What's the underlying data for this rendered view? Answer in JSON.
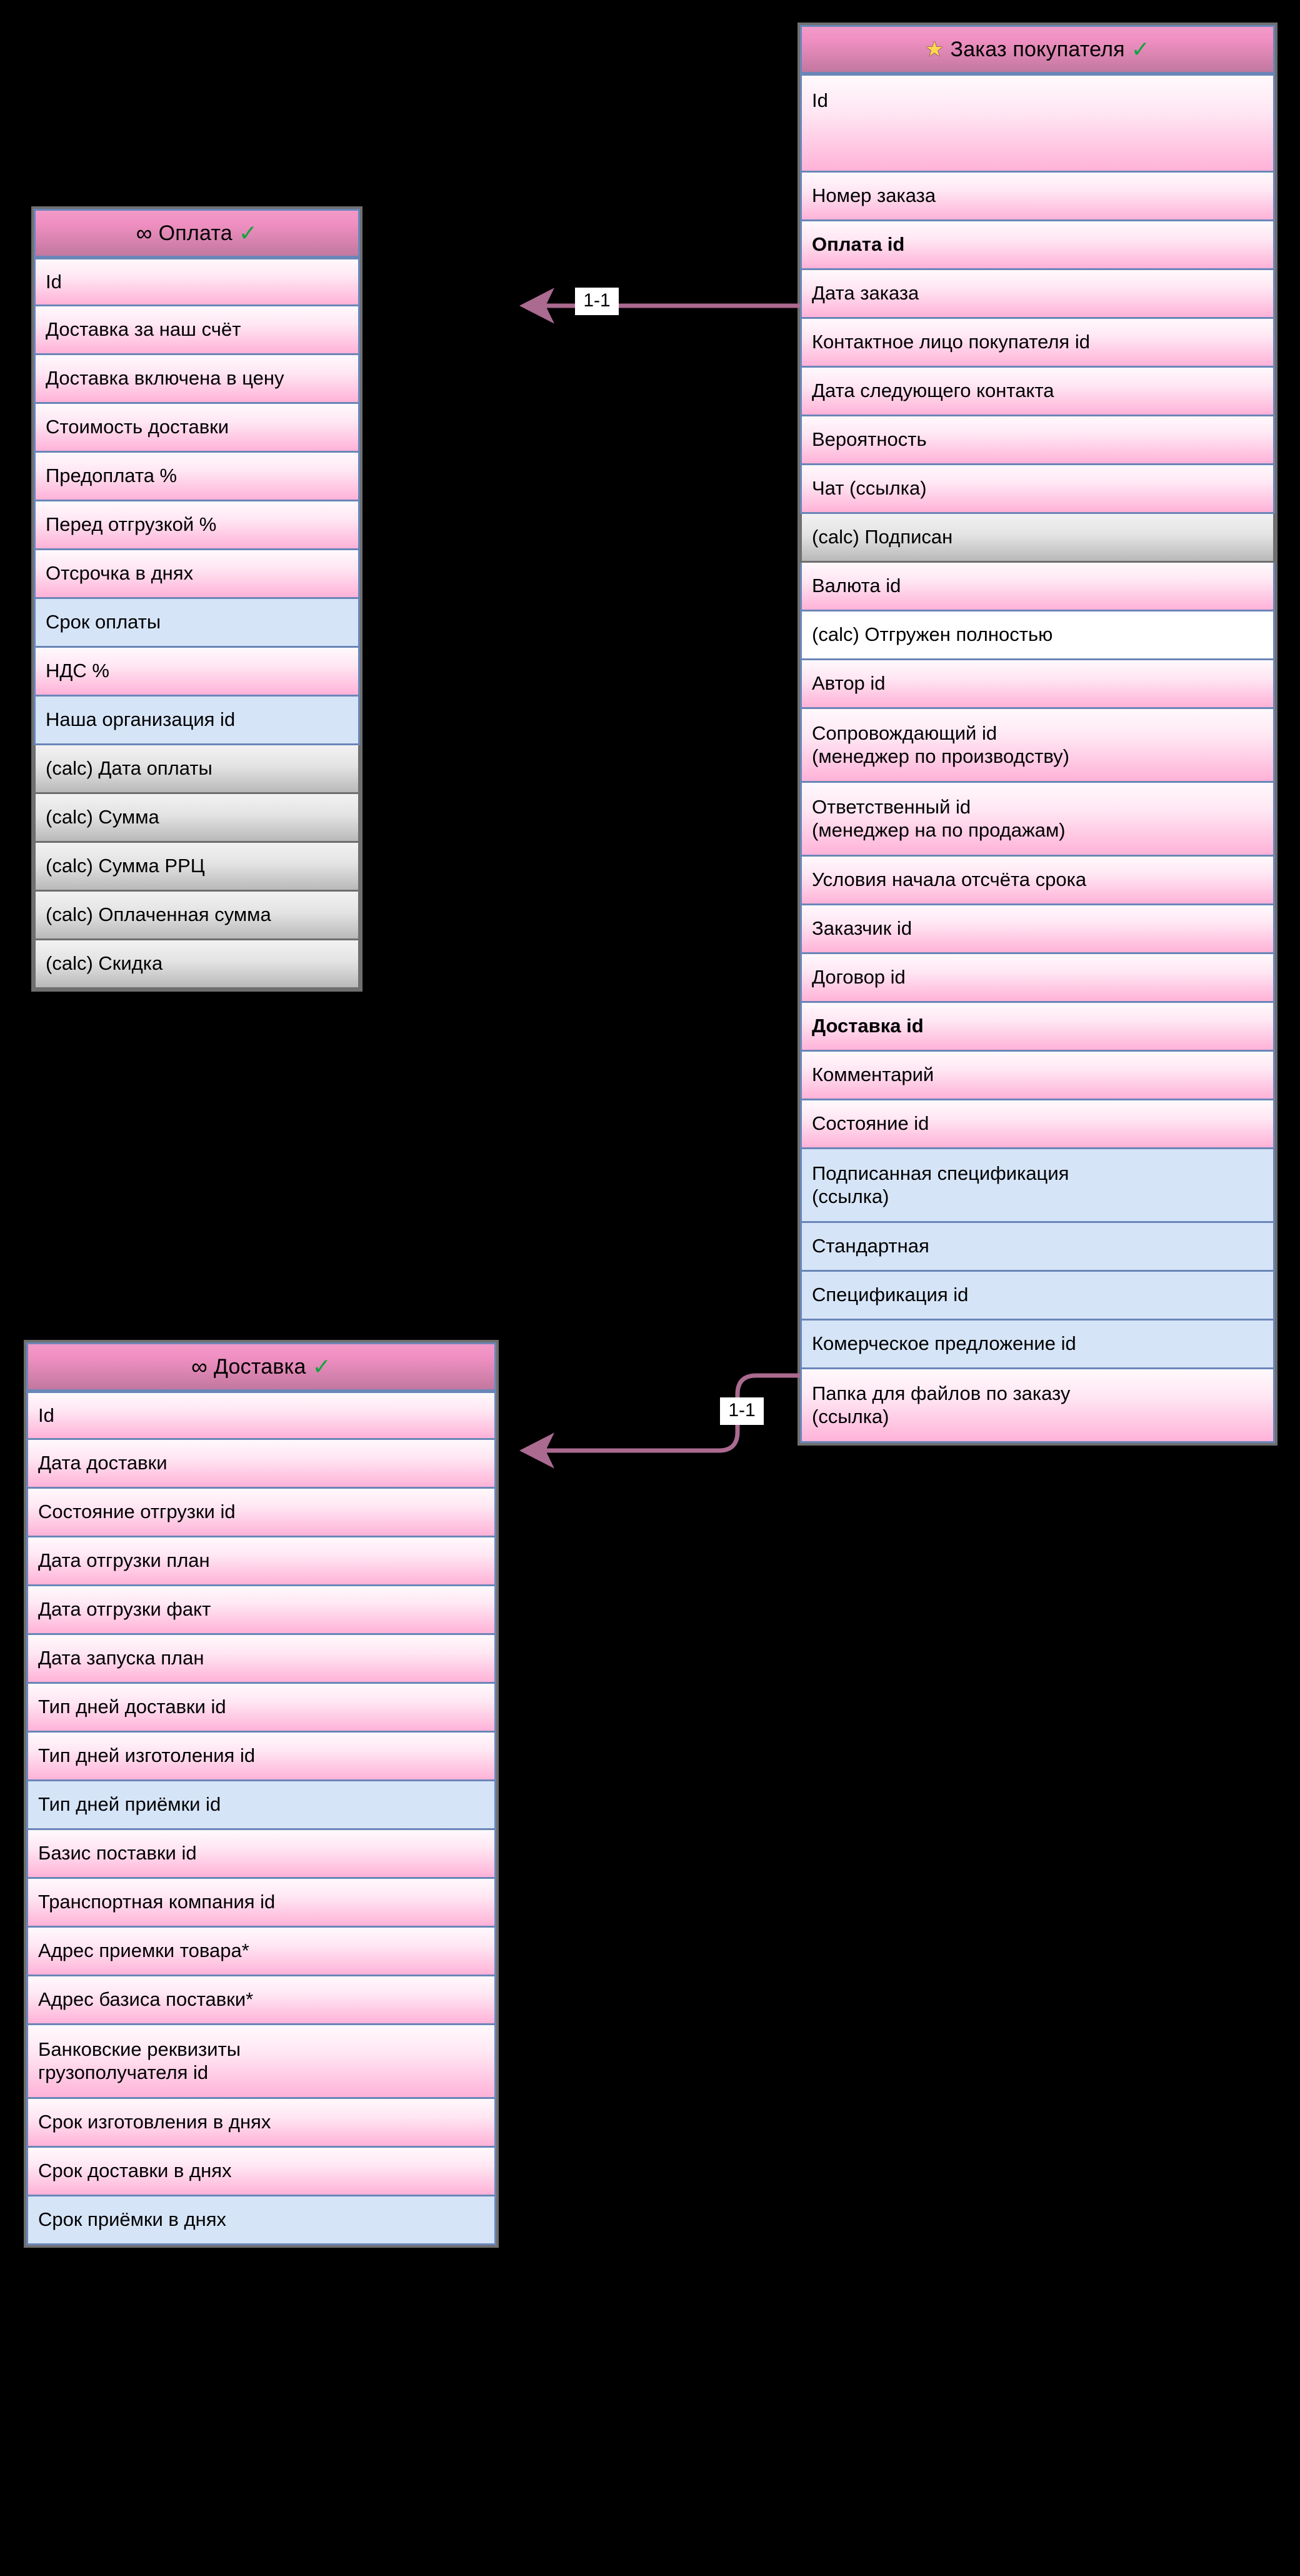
{
  "diagram": {
    "type": "er-diagram",
    "background": "#000000",
    "accent_line_color": "#ab6a90",
    "row_border_color": "#6a86b8",
    "calc_border_color": "#6f6f6f",
    "header_gradient": [
      "#f39ac9",
      "#c2789f"
    ],
    "row_gradient": [
      "#fff9fc",
      "#ffb2d8"
    ],
    "blue_row_color": "#d6e4f7",
    "calc_row_gradient": [
      "#f2f2f2",
      "#b9b9b9"
    ],
    "check_color": "#12a33f",
    "star_color": "#ffd84d"
  },
  "entities": [
    {
      "id": "order",
      "title": "Заказ покупателя",
      "icon": "star-icon",
      "prefix": "★",
      "check": "✓",
      "fields": [
        {
          "label": "Id",
          "style": "tall"
        },
        {
          "label": "Номер заказа",
          "style": "normal"
        },
        {
          "label": "Оплата id",
          "style": "bold"
        },
        {
          "label": "Дата заказа",
          "style": "normal"
        },
        {
          "label": "Контактное лицо покупателя id",
          "style": "normal"
        },
        {
          "label": "Дата следующего контакта",
          "style": "normal"
        },
        {
          "label": "Вероятность",
          "style": "normal"
        },
        {
          "label": "Чат (ссылка)",
          "style": "normal"
        },
        {
          "label": "(calc) Подписан",
          "style": "calc"
        },
        {
          "label": "Валюта id",
          "style": "normal"
        },
        {
          "label": "(calc) Отгружен полностью",
          "style": "white"
        },
        {
          "label": "Автор id",
          "style": "normal"
        },
        {
          "label": "Сопровождающий id\n(менеджер по производству)",
          "style": "two"
        },
        {
          "label": "Ответственный id\n(менеджер на по продажам)",
          "style": "two"
        },
        {
          "label": "Условия начала отсчёта срока",
          "style": "normal"
        },
        {
          "label": "Заказчик id",
          "style": "normal"
        },
        {
          "label": "Договор id",
          "style": "normal"
        },
        {
          "label": "Доставка id",
          "style": "bold"
        },
        {
          "label": "Комментарий",
          "style": "normal"
        },
        {
          "label": "Состояние id",
          "style": "normal"
        },
        {
          "label": "Подписанная спецификация\n(ссылка)",
          "style": "blue two"
        },
        {
          "label": "Стандартная",
          "style": "blue"
        },
        {
          "label": "Спецификация id",
          "style": "blue"
        },
        {
          "label": "Комерческое предложение id",
          "style": "blue"
        },
        {
          "label": "Папка для файлов по заказу\n(ссылка)",
          "style": "two"
        }
      ]
    },
    {
      "id": "payment",
      "title": "Оплата",
      "icon": "infinity-icon",
      "prefix": "∞",
      "check": "✓",
      "fields": [
        {
          "label": "Id",
          "style": "normal"
        },
        {
          "label": "Доставка за наш счёт",
          "style": "normal"
        },
        {
          "label": "Доставка включена в цену",
          "style": "normal"
        },
        {
          "label": "Стоимость доставки",
          "style": "normal"
        },
        {
          "label": "Предоплата %",
          "style": "normal"
        },
        {
          "label": "Перед отгрузкой %",
          "style": "normal"
        },
        {
          "label": "Отсрочка в днях",
          "style": "normal"
        },
        {
          "label": "Срок оплаты",
          "style": "blue"
        },
        {
          "label": "НДС %",
          "style": "normal"
        },
        {
          "label": "Наша организация id",
          "style": "blue"
        },
        {
          "label": "(calc) Дата оплаты",
          "style": "calc"
        },
        {
          "label": "(calc) Сумма",
          "style": "calc"
        },
        {
          "label": "(calc) Сумма РРЦ",
          "style": "calc"
        },
        {
          "label": "(calc) Оплаченная сумма",
          "style": "calc"
        },
        {
          "label": "(calc) Скидка",
          "style": "calc"
        }
      ]
    },
    {
      "id": "delivery",
      "title": "Доставка",
      "icon": "infinity-icon",
      "prefix": "∞",
      "check": "✓",
      "fields": [
        {
          "label": "Id",
          "style": "normal"
        },
        {
          "label": "Дата доставки",
          "style": "normal"
        },
        {
          "label": "Состояние отгрузки id",
          "style": "normal"
        },
        {
          "label": "Дата отгрузки план",
          "style": "normal"
        },
        {
          "label": "Дата отгрузки факт",
          "style": "normal"
        },
        {
          "label": "Дата запуска план",
          "style": "normal"
        },
        {
          "label": "Тип дней доставки id",
          "style": "normal"
        },
        {
          "label": "Тип дней изготоления id",
          "style": "normal"
        },
        {
          "label": "Тип дней приёмки id",
          "style": "blue"
        },
        {
          "label": "Базис поставки id",
          "style": "normal"
        },
        {
          "label": "Транспортная компания id",
          "style": "normal"
        },
        {
          "label": "Адрес приемки товара*",
          "style": "normal"
        },
        {
          "label": "Адрес базиса поставки*",
          "style": "normal"
        },
        {
          "label": "Банковские реквизиты\nгрузополучателя id",
          "style": "two"
        },
        {
          "label": "Срок изготовления в днях",
          "style": "normal"
        },
        {
          "label": "Срок доставки в днях",
          "style": "normal"
        },
        {
          "label": "Срок приёмки в днях",
          "style": "blue"
        }
      ]
    }
  ],
  "relations": [
    {
      "id": "rel-payment",
      "label": "1-1",
      "from": "order.Оплата id",
      "to": "payment.Id"
    },
    {
      "id": "rel-delivery",
      "label": "1-1",
      "from": "order.Доставка id",
      "to": "delivery.Id"
    }
  ]
}
